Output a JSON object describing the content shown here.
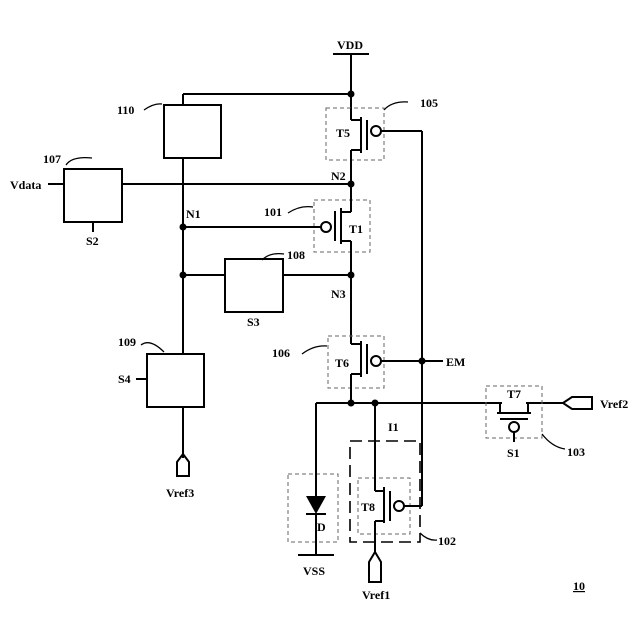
{
  "labels": {
    "vdd": "VDD",
    "vdata": "Vdata",
    "vss": "VSS",
    "vref1": "Vref1",
    "vref2": "Vref2",
    "vref3": "Vref3",
    "em": "EM",
    "n1": "N1",
    "n2": "N2",
    "n3": "N3",
    "s1": "S1",
    "s2": "S2",
    "s3": "S3",
    "s4": "S4",
    "t1": "T1",
    "t5": "T5",
    "t6": "T6",
    "t7": "T7",
    "t8": "T8",
    "d": "D",
    "i1": "I1",
    "ref_101": "101",
    "ref_102": "102",
    "ref_103": "103",
    "ref_105": "105",
    "ref_106": "106",
    "ref_107": "107",
    "ref_108": "108",
    "ref_109": "109",
    "ref_110": "110",
    "figure_number": "10"
  }
}
